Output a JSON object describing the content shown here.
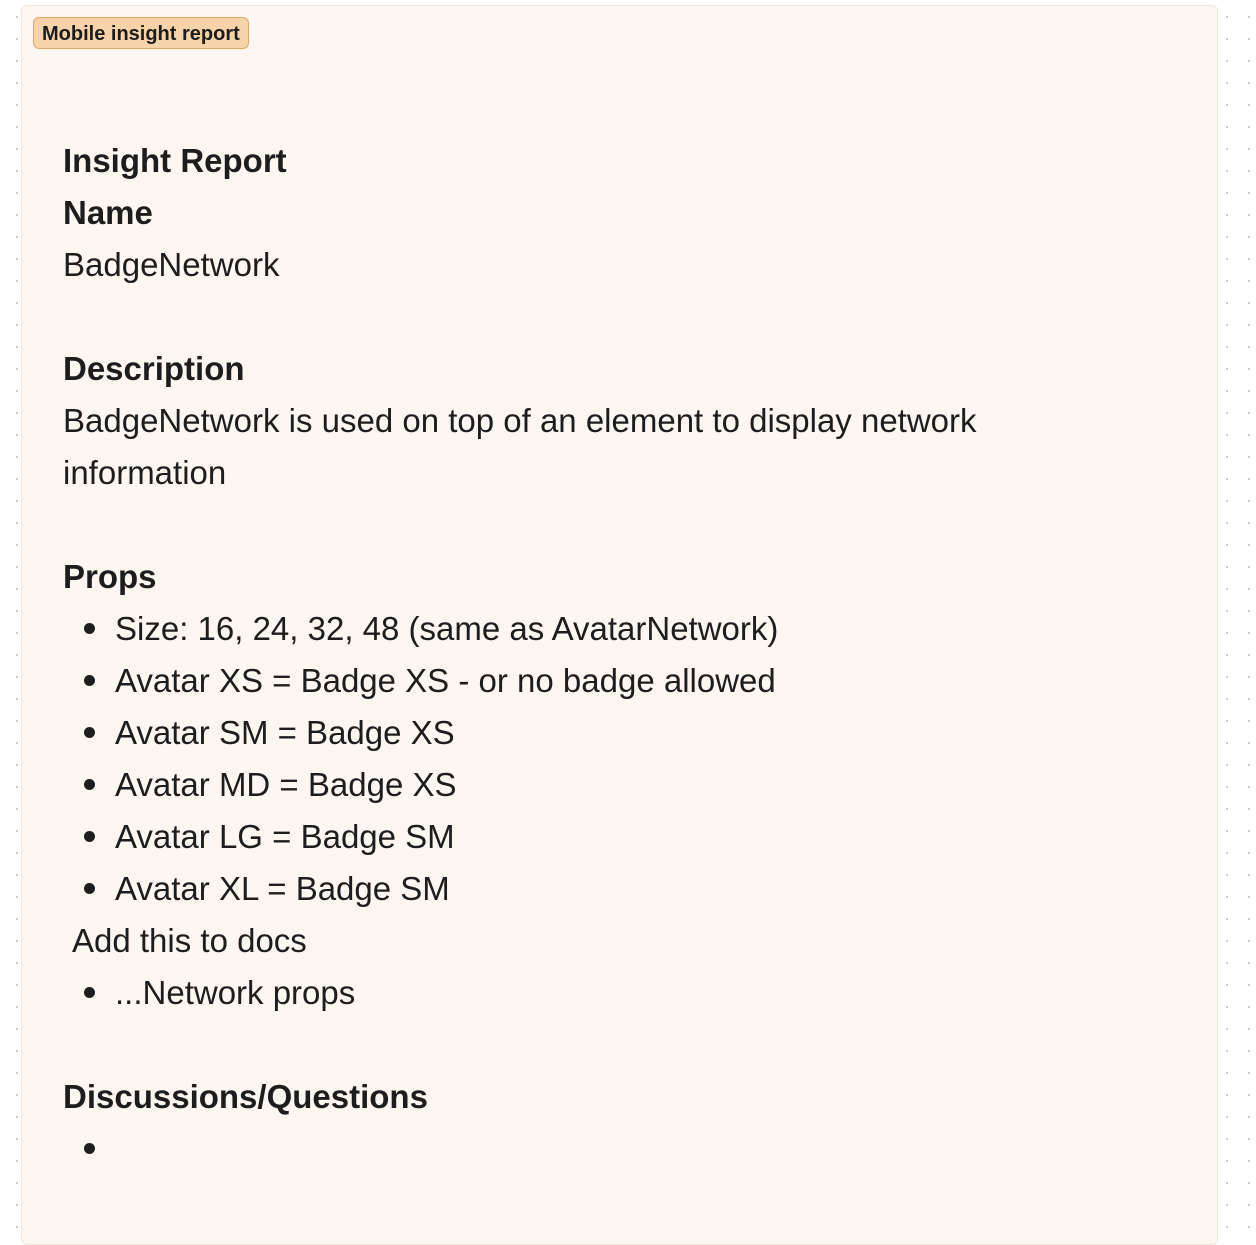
{
  "tag": "Mobile insight report",
  "report": {
    "title": "Insight Report",
    "name_heading": "Name",
    "name_value": "BadgeNetwork",
    "description_heading": "Description",
    "description_text": "BadgeNetwork is used on top of an element to display network information",
    "props_heading": "Props",
    "props_items": [
      "Size: 16, 24, 32, 48 (same as AvatarNetwork)",
      "Avatar XS = Badge XS - or no badge allowed",
      "Avatar SM = Badge XS",
      "Avatar MD = Badge XS",
      "Avatar LG = Badge SM",
      "Avatar XL = Badge SM"
    ],
    "docs_note": "Add this to docs",
    "docs_items": [
      "...Network props"
    ],
    "discussions_heading": "Discussions/Questions",
    "discussions_items": [
      ""
    ]
  }
}
